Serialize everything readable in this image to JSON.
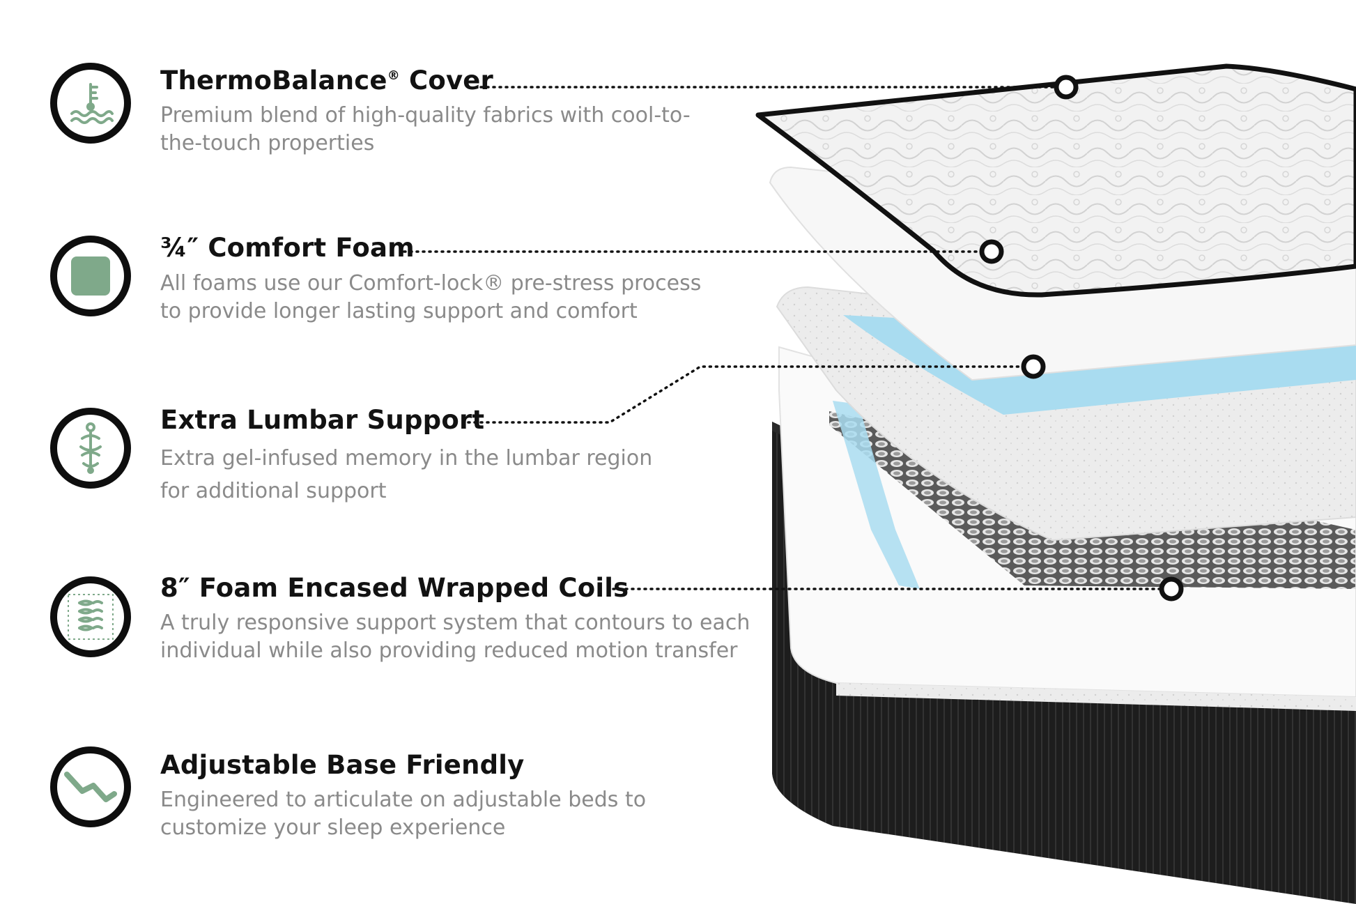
{
  "features": [
    {
      "title": "ThermoBalance",
      "title_mark": "®",
      "title_suffix": " Cover",
      "desc_lines": [
        "Premium blend of high-quality fabrics with cool-to-",
        "the-touch properties"
      ],
      "icon": "thermometer-water-icon"
    },
    {
      "title": "¾″ Comfort Foam",
      "desc_lines": [
        "All foams use our Comfort-lock® pre-stress process",
        "to provide longer lasting support and comfort"
      ],
      "icon": "foam-square-icon"
    },
    {
      "title": "Extra Lumbar Support",
      "desc_lines": [
        "Extra gel-infused memory in the lumbar region",
        "for additional support"
      ],
      "icon": "spine-icon"
    },
    {
      "title": "8″ Foam Encased Wrapped Coils",
      "desc_lines": [
        "A truly responsive support system that contours to each",
        "individual while also providing reduced motion transfer"
      ],
      "icon": "coil-spring-icon"
    },
    {
      "title": "Adjustable Base Friendly",
      "desc_lines": [
        "Engineered to articulate on adjustable beds to",
        "customize your sleep experience"
      ],
      "icon": "adjustable-base-icon"
    }
  ],
  "colors": {
    "title": "#121212",
    "description": "#8a8a8a",
    "icon_ring": "#0e0e0e",
    "icon_fill": "#7fa98a",
    "gel": "#a9dcf0",
    "base": "#1d1d1d"
  }
}
